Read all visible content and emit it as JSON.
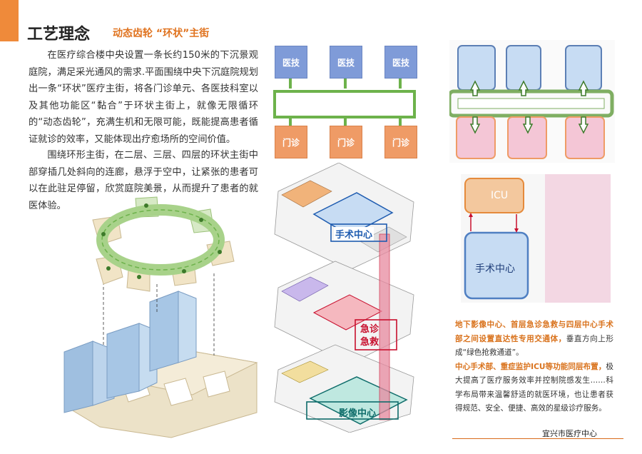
{
  "header": {
    "title": "工艺理念",
    "subtitle": "动态齿轮 “环状”主街"
  },
  "body": {
    "paragraph1": "在医疗综合楼中央设置一条长约150米的下沉景观庭院，满足采光通风的需求.平面围绕中央下沉庭院规划出一条“环状”医疗主街，将各门诊单元、各医技科室以及其他功能区“黏合”于环状主街上，就像无限循环的“动态齿轮”，充满生机和无限可能，既能提高患者循证就诊的效率，又能体现出疗愈场所的空间价值。",
    "paragraph2": "围绕环形主街，在二层、三层、四层的环状主街中部穿插几处斜向的连廊，悬浮于空中，让紧张的患者可以在此驻足停留，欣赏庭院美景，从而提升了患者的就医体验。"
  },
  "concept": {
    "medtech": [
      "医技",
      "医技",
      "医技"
    ],
    "outpatient": [
      "门诊",
      "门诊",
      "门诊"
    ]
  },
  "floors": {
    "surgery": "手术中心",
    "emergency_1": "急诊",
    "emergency_2": "急救",
    "imaging": "影像中心"
  },
  "plan": {
    "icu": "ICU",
    "surgery": "手术中心"
  },
  "caption": {
    "h1": "地下影像中心、首层急诊急救与四层中心手术部之间设置直达性专用交通体，",
    "t1": "垂直方向上形成“绿色抢救通道”。",
    "h2": "中心手术部、重症监护ICU等功能同层布置，",
    "t2": "极大提高了医疗服务效率并控制院感发生……科学布局带来温馨舒适的就医环境，也让患者获得规范、安全、便捷、高效的星级诊疗服务。"
  },
  "footer": {
    "project": "宜兴市医疗中心"
  },
  "colors": {
    "accent": "#ef8a3a",
    "blue": "#7f9bd8",
    "green": "#6db24b",
    "orange": "#ef9b66",
    "red": "#c8102e"
  }
}
